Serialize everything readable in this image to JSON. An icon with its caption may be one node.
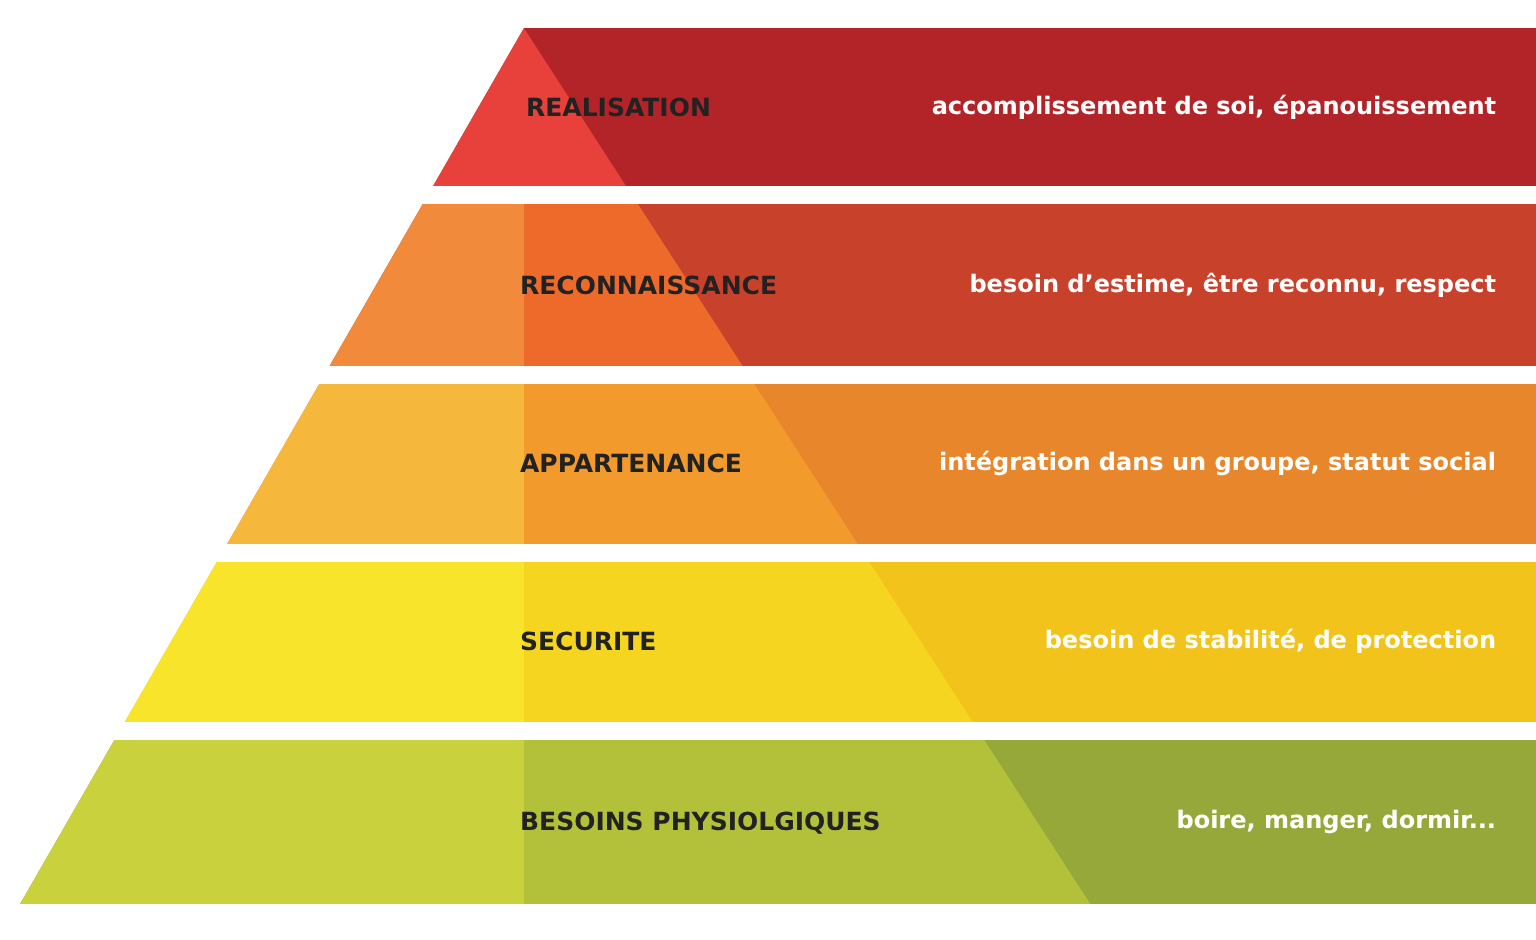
{
  "diagram": {
    "nodes": [
      {
        "text": [
          "REALISATION",
          "accomplissement de soi, épanouissement"
        ]
      },
      {
        "text": [
          "RECONNAISSANCE",
          "besoin d’estime, être reconnu, respect"
        ]
      },
      {
        "text": [
          "APPARTENANCE",
          "intégration dans un groupe, statut social"
        ]
      },
      {
        "text": [
          "SECURITE",
          "besoin de stabilité, de protection"
        ]
      },
      {
        "text": [
          "BESOINS PHYSIOLGIQUES",
          "boire, manger, dormir..."
        ]
      }
    ]
  }
}
